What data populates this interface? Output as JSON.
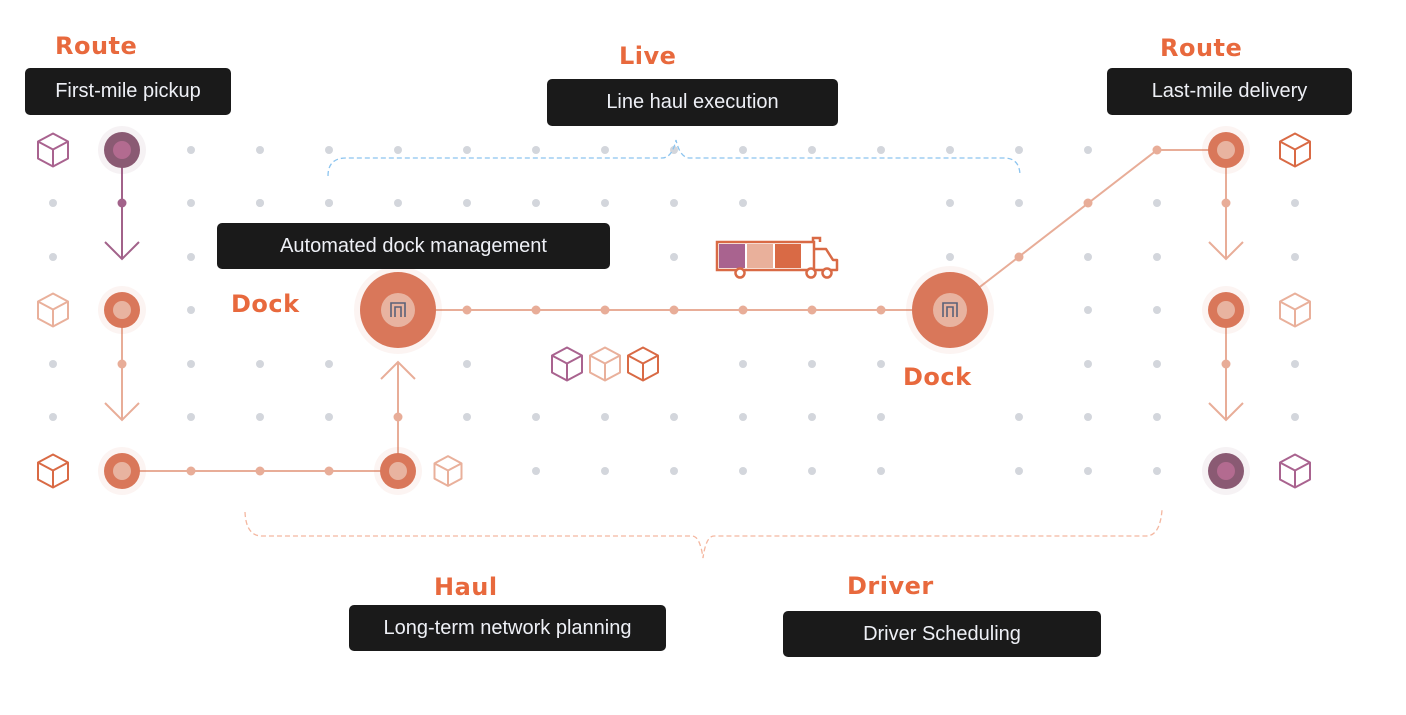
{
  "colors": {
    "accent": "#e8693d",
    "node_orange": "#d9775a",
    "node_orange_inner": "#e8b3a0",
    "node_plum": "#8a5a73",
    "node_plum_inner": "#b36b90",
    "line_orange": "#e8ad98",
    "line_plum": "#a2628a",
    "grid_dot": "#d3d6dc",
    "brace_blue": "#8cc4ef",
    "brace_orange": "#f4b7a0",
    "box_plum": "#a9638f",
    "box_peach": "#e9b09b",
    "box_orange": "#d96a45",
    "pill_bg": "#1a1a1a",
    "pill_text": "#eef0f6"
  },
  "sections": [
    {
      "id": "first-mile",
      "heading": "Route",
      "label": "First-mile pickup"
    },
    {
      "id": "line-haul",
      "heading": "Live",
      "label": "Line haul execution"
    },
    {
      "id": "last-mile",
      "heading": "Route",
      "label": "Last-mile delivery"
    },
    {
      "id": "dock-management",
      "heading": "Dock",
      "label": "Automated dock management"
    },
    {
      "id": "dock-destination",
      "heading": "Dock",
      "label": ""
    },
    {
      "id": "network-planning",
      "heading": "Haul",
      "label": "Long-term network planning"
    },
    {
      "id": "driver-scheduling",
      "heading": "Driver",
      "label": "Driver Scheduling"
    }
  ],
  "icons": {
    "package": "package-icon",
    "dock": "dock-door-icon",
    "truck": "truck-icon",
    "arrow": "arrow-icon"
  }
}
